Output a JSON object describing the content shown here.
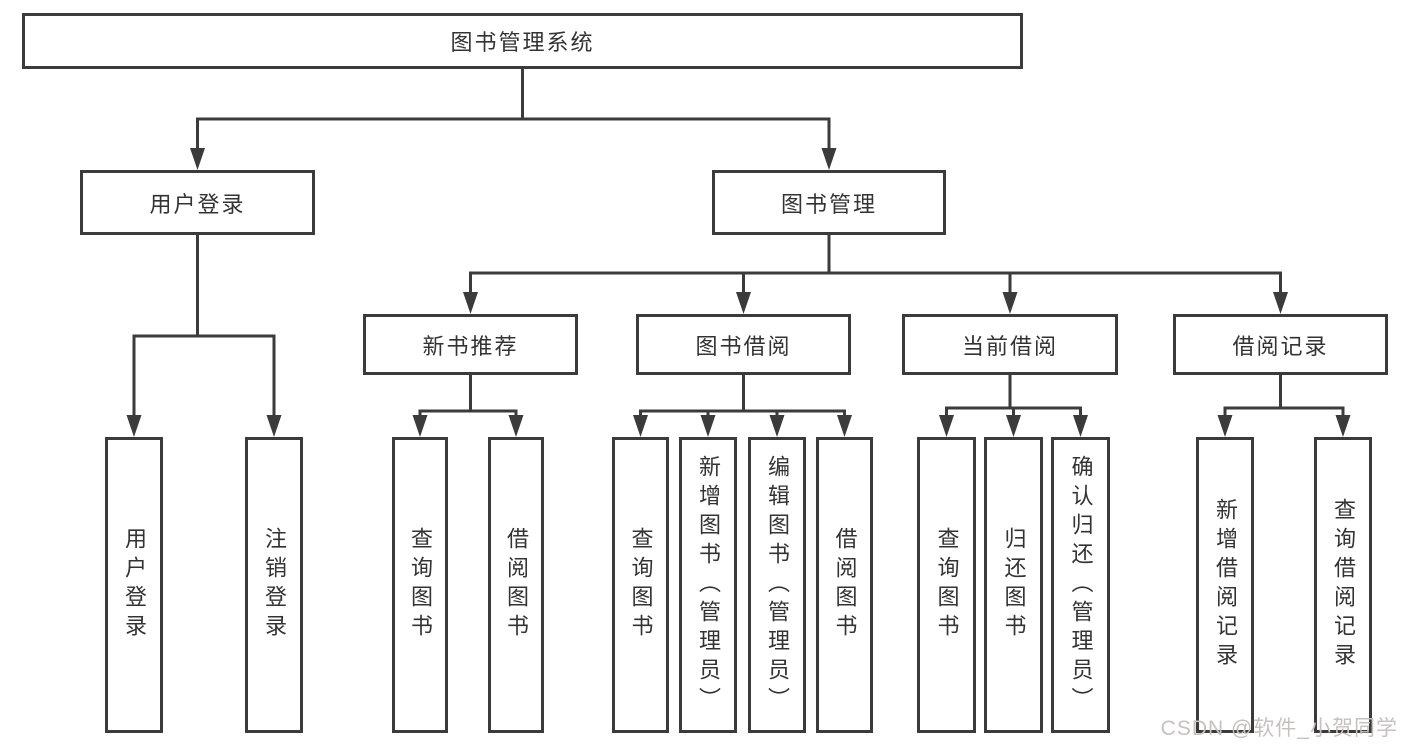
{
  "diagram": {
    "root": {
      "label": "图书管理系统"
    },
    "branches": [
      {
        "label": "用户登录",
        "children": [
          {
            "label": "用户登录"
          },
          {
            "label": "注销登录"
          }
        ]
      },
      {
        "label": "图书管理",
        "children": [
          {
            "label": "新书推荐",
            "children": [
              {
                "label": "查询图书"
              },
              {
                "label": "借阅图书"
              }
            ]
          },
          {
            "label": "图书借阅",
            "children": [
              {
                "label": "查询图书"
              },
              {
                "label": "新增图书（管理员）"
              },
              {
                "label": "编辑图书（管理员）"
              },
              {
                "label": "借阅图书"
              }
            ]
          },
          {
            "label": "当前借阅",
            "children": [
              {
                "label": "查询图书"
              },
              {
                "label": "归还图书"
              },
              {
                "label": "确认归还（管理员）"
              }
            ]
          },
          {
            "label": "借阅记录",
            "children": [
              {
                "label": "新增借阅记录"
              },
              {
                "label": "查询借阅记录"
              }
            ]
          }
        ]
      }
    ]
  },
  "watermark": {
    "text": "CSDN @软件_小贺同学"
  },
  "colors": {
    "line": "#3b3b3b",
    "text": "#333333",
    "background": "#ffffff",
    "watermark": "#c6c0c0"
  }
}
